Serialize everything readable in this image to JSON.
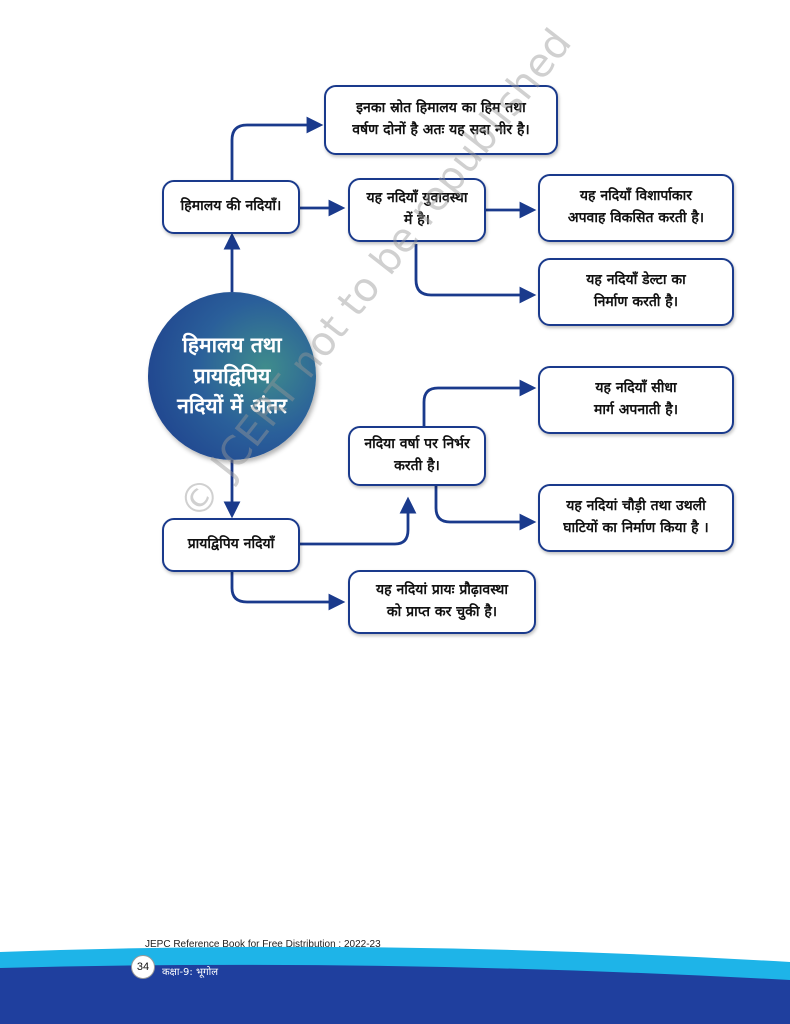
{
  "center": {
    "line1": "हिमालय तथा",
    "line2": "प्रायद्विपिय",
    "line3": "नदियों  में अंतर"
  },
  "himalayan": {
    "label": "हिमालय की नदियाँ।",
    "source": [
      "इनका स्रोत हिमालय का हिम तथा",
      "वर्षण दोनों है अतः यह सदा नीर है।"
    ],
    "youth": [
      "यह नदियाँ युवावस्था",
      "में है।"
    ],
    "large_drainage": [
      "यह नदियाँ विशार्पाकार",
      "अपवाह विकसित करती है।"
    ],
    "delta": [
      "यह नदियाँ डेल्टा का",
      "निर्माण करती है।"
    ]
  },
  "peninsular": {
    "label": "प्रायद्विपिय नदियाँ",
    "rain_dependent": [
      "नदिया वर्षा पर निर्भर",
      "करती है।"
    ],
    "straight_path": [
      "यह नदियाँ सीधा",
      "मार्ग अपनाती है।"
    ],
    "wide_valleys": [
      "यह नदियां चौड़ी तथा उथली",
      "घाटियों का निर्माण किया है ।"
    ],
    "maturity": [
      "यह नदियां प्रायः  प्रौढ़ावस्था",
      "को प्राप्त कर चुकी है।"
    ]
  },
  "watermark": "© JCERT not to be republished",
  "footer": {
    "note": "JEPC Reference Book for Free Distribution : 2022-23",
    "page_number": "34",
    "subject": "कक्षा-9: भूगोल"
  },
  "colors": {
    "arrow": "#1a3a8c",
    "box_border": "#1a3a8c",
    "circle_dark": "#1c3a8a",
    "circle_light": "#3f8c8c",
    "footer_blue": "#1f3f9e",
    "footer_cyan": "#1eb4e8"
  }
}
